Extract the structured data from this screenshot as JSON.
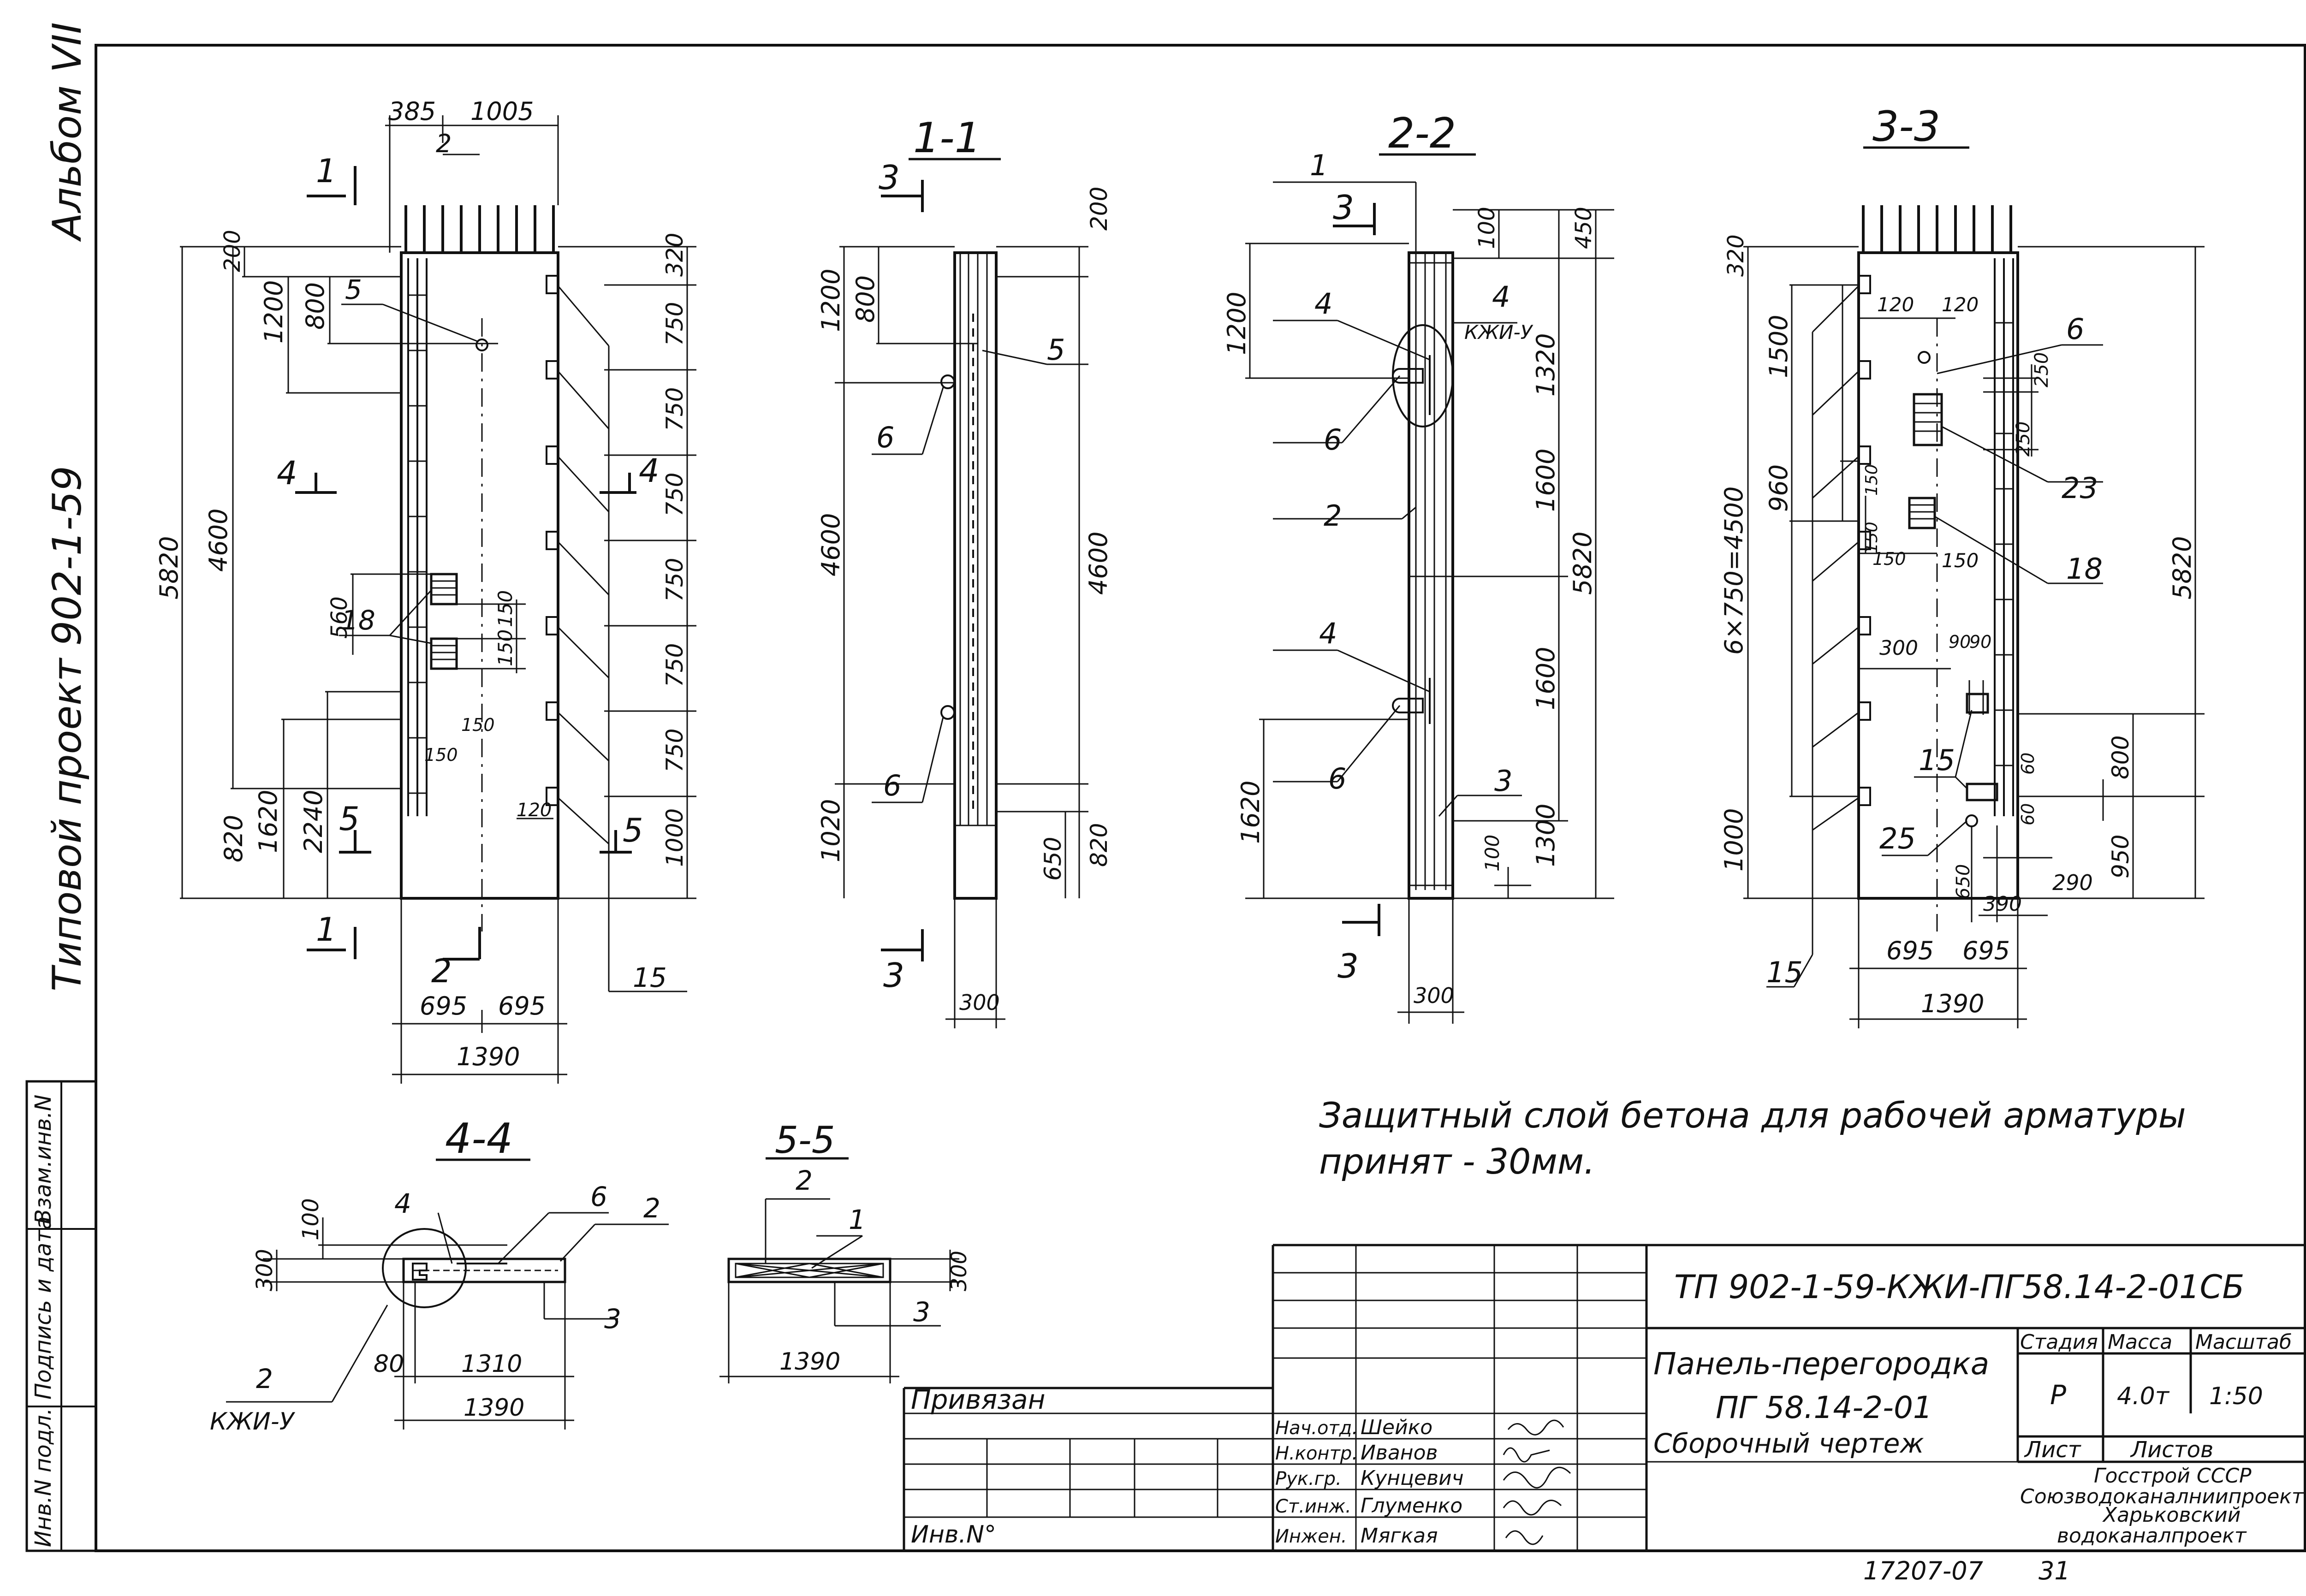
{
  "side": {
    "project": "Типовой проект 902-1-59",
    "album": "Альбом VII",
    "stamp_cols": [
      "Инв.N подл.",
      "Подпись и дата",
      "Взам.инв.N"
    ]
  },
  "views": {
    "elev": {
      "top_dims": [
        "385",
        "1005"
      ],
      "left_dims": [
        "5820",
        "4600",
        "820",
        "1620",
        "2240",
        "200",
        "1200",
        "800",
        "560",
        "150",
        "150"
      ],
      "right_dims": [
        "320",
        "750",
        "750",
        "750",
        "750",
        "750",
        "750",
        "1000",
        "120"
      ],
      "bottom_dims": [
        "695",
        "695",
        "1390"
      ],
      "small_dims": [
        "150",
        "150"
      ],
      "labels": [
        "5",
        "18",
        "15"
      ],
      "sections": [
        "1",
        "1",
        "2",
        "2",
        "4",
        "4",
        "5",
        "5"
      ]
    },
    "s11": {
      "title": "1-1",
      "dims": [
        "1200",
        "800",
        "4600",
        "1020",
        "200",
        "4600",
        "650",
        "820",
        "300"
      ],
      "labels": [
        "5",
        "6",
        "6"
      ],
      "sections": [
        "3",
        "3"
      ]
    },
    "s22": {
      "title": "2-2",
      "dims": [
        "1200",
        "1620",
        "100",
        "450",
        "1320",
        "1600",
        "1600",
        "1300",
        "5820",
        "100",
        "300"
      ],
      "labels": [
        "1",
        "4",
        "6",
        "2",
        "4",
        "6",
        "3",
        "4",
        "КЖИ-У"
      ],
      "sections": [
        "3",
        "3"
      ]
    },
    "s33": {
      "title": "3-3",
      "dims": [
        "320",
        "1500",
        "960",
        "6×750=4500",
        "1000",
        "120",
        "120",
        "250",
        "250",
        "150",
        "150",
        "150",
        "150",
        "300",
        "90",
        "90",
        "60",
        "60",
        "800",
        "950",
        "650",
        "290",
        "390",
        "695",
        "695",
        "1390",
        "5820"
      ],
      "labels": [
        "6",
        "23",
        "18",
        "15",
        "25",
        "15"
      ]
    },
    "s44": {
      "title": "4-4",
      "dims": [
        "100",
        "300",
        "80",
        "1310",
        "1390"
      ],
      "labels": [
        "4",
        "6",
        "2",
        "3",
        "2",
        "КЖИ-У"
      ]
    },
    "s55": {
      "title": "5-5",
      "dims": [
        "300",
        "1390"
      ],
      "labels": [
        "2",
        "1",
        "3"
      ]
    }
  },
  "note": {
    "line1": "Защитный слой бетона для рабочей арматуры",
    "line2": "принят - 30мм."
  },
  "titleblock": {
    "code": "ТП 902-1-59-КЖИ-ПГ58.14-2-01СБ",
    "privyazan": "Привязан",
    "inv": "Инв.N°",
    "name1": "Панель-перегородка",
    "name2": "ПГ 58.14-2-01",
    "name3": "Сборочный чертеж",
    "stadia_h": "Стадия",
    "massa_h": "Масса",
    "masshtab_h": "Масштаб",
    "stadia": "Р",
    "massa": "4.0т",
    "masshtab": "1:50",
    "list": "Лист",
    "listov": "Листов",
    "org1": "Госстрой СССР",
    "org2": "Союзводоканалниипроект",
    "org3": "Харьковский",
    "org4": "водоканалпроект",
    "people": [
      {
        "role": "Нач.отд.",
        "name": "Шейко"
      },
      {
        "role": "Н.контр.",
        "name": "Иванов"
      },
      {
        "role": "Рук.гр.",
        "name": "Кунцевич"
      },
      {
        "role": "Ст.инж.",
        "name": "Глуменко"
      },
      {
        "role": "Инжен.",
        "name": "Мягкая"
      }
    ],
    "footer_num": "17207-07",
    "sheet": "31"
  }
}
